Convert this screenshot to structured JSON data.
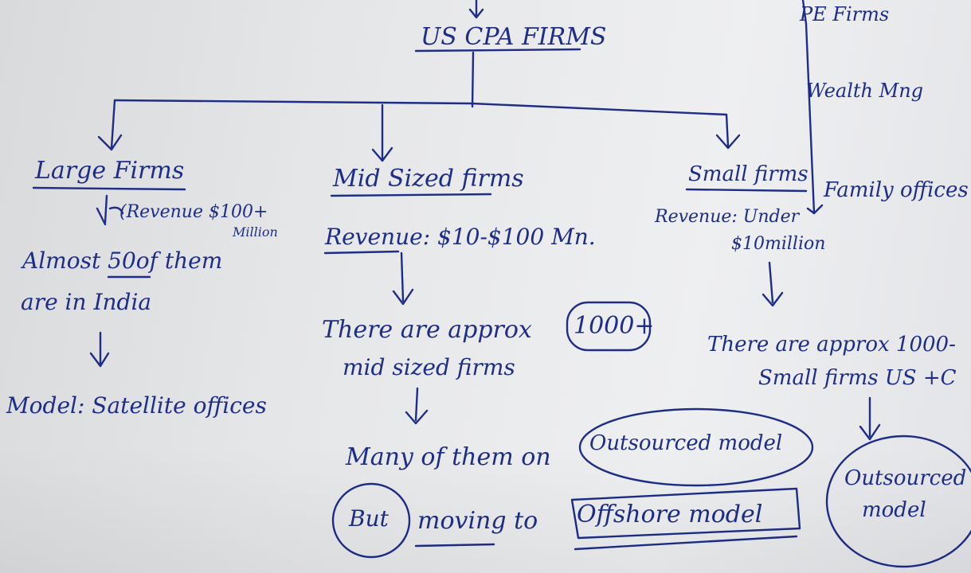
{
  "root": {
    "title": "US CPA FIRMS"
  },
  "side_list": {
    "items": [
      "PE Firms",
      "Wealth Mng",
      "Family offices"
    ]
  },
  "large": {
    "heading": "Large Firms",
    "revenue_line1": "(Revenue $100+",
    "revenue_line2": "Million",
    "note_line1_a": "Almost",
    "note_line1_num": "50",
    "note_line1_b": "of them",
    "note_line2": "are in India",
    "model": "Model: Satellite offices"
  },
  "mid": {
    "heading": "Mid Sized firms",
    "revenue_label": "Revenue",
    "revenue_value": ": $10-$100 Mn.",
    "count_line1": "There are approx",
    "count_badge": "1000+",
    "count_line2": "mid sized firms",
    "model_prefix": "Many of them on",
    "model_current": "Outsourced model",
    "but_label": "But",
    "moving_to": "moving to",
    "model_target": "Offshore model"
  },
  "small": {
    "heading": "Small firms",
    "revenue_line1": "Revenue: Under",
    "revenue_line2": "$10million",
    "count_line1": "There are approx 1000-",
    "count_line2": "Small firms US +C",
    "model_line1": "Outsourced",
    "model_line2": "model"
  },
  "colors": {
    "ink": "#1d2d88",
    "paper": "#e6e7e9"
  }
}
